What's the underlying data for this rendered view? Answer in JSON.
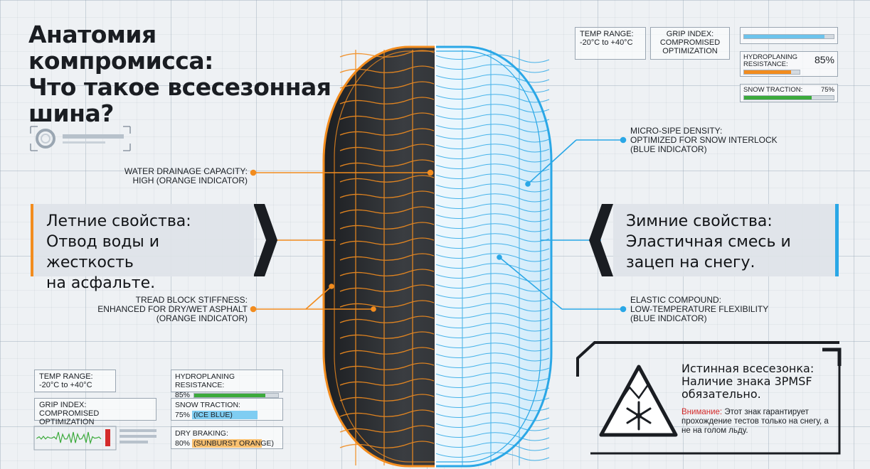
{
  "title": {
    "line1": "Анатомия компромисса:",
    "line2": "Что такое всесезонная",
    "line3": "шина?"
  },
  "top_right_hud": {
    "temp_range_label": "TEMP RANGE:",
    "temp_range_value": "-20°C to +40°C",
    "grip_index_label": "GRIP INDEX:",
    "grip_index_value_1": "COMPROMISED",
    "grip_index_value_2": "OPTIMIZATION",
    "hydroplaning_label_1": "HYDROPLANING",
    "hydroplaning_label_2": "RESISTANCE:",
    "hydroplaning_value": "85%",
    "hydroplaning_fraction": 0.85,
    "snow_traction_label": "SNOW TRACTION:",
    "snow_traction_value": "75%",
    "snow_traction_fraction": 0.75,
    "top_bar_fraction": 0.9
  },
  "callouts": {
    "water_drainage_1": "WATER DRAINAGE CAPACITY:",
    "water_drainage_2": "HIGH (ORANGE INDICATOR)",
    "tread_block_1": "TREAD BLOCK STIFFNESS:",
    "tread_block_2": "ENHANCED FOR DRY/WET ASPHALT",
    "tread_block_3": "(ORANGE INDICATOR)",
    "micro_sipe_1": "MICRO-SIPE DENSITY:",
    "micro_sipe_2": "OPTIMIZED FOR SNOW INTERLOCK",
    "micro_sipe_3": "(BLUE INDICATOR)",
    "elastic_1": "ELASTIC COMPOUND:",
    "elastic_2": "LOW-TEMPERATURE FLEXIBILITY",
    "elastic_3": "(BLUE INDICATOR)"
  },
  "summer_panel": {
    "line1": "Летние свойства:",
    "line2": "Отвод воды и жесткость",
    "line3": "на асфальте."
  },
  "winter_panel": {
    "line1": "Зимние свойства:",
    "line2": "Эластичная смесь и",
    "line3": "зацеп на снегу."
  },
  "bottom_left_hud": {
    "temp_range_label": "TEMP RANGE:",
    "temp_range_value": "-20°C to +40°C",
    "grip_index_label": "GRIP INDEX:",
    "grip_index_value": "COMPROMISED OPTIMIZATION",
    "hydroplaning_label": "HYDROPLANING RESISTANCE:",
    "hydroplaning_value": "85%",
    "hydroplaning_fraction": 0.85,
    "snow_label": "SNOW TRACTION:",
    "snow_value": "75%",
    "snow_color_name": "(ICE BLUE)",
    "snow_fraction": 0.75,
    "dry_label": "DRY BRAKING:",
    "dry_value": "80%",
    "dry_color_name": "(SUNBURST ORANGE)",
    "dry_fraction": 0.8
  },
  "pmsf": {
    "title_1": "Истинная всесезонка:",
    "title_2": "Наличие знака 3PMSF",
    "title_3": "обязательно.",
    "warning_label": "Внимание:",
    "note": " Этот знак гарантирует прохождение тестов только на снегу, а не на голом льду."
  },
  "colors": {
    "orange": "#f28c1e",
    "blue": "#2aa7e6",
    "green": "#3caa3c",
    "dark": "#1a1d22",
    "warning_red": "#d42b2b"
  }
}
